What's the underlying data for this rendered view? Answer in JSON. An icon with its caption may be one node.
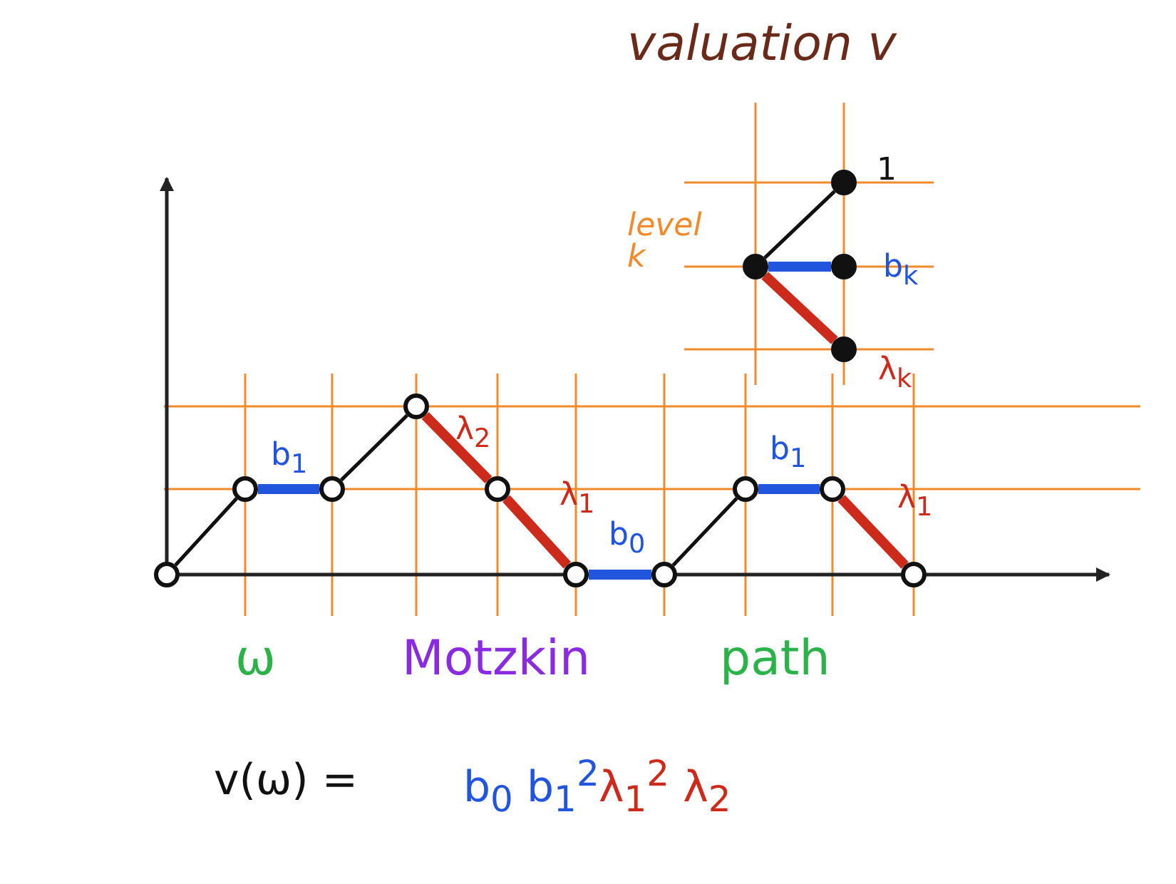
{
  "diagram": {
    "title": "valuation v",
    "nodes": [
      {
        "text": [],
        "shape": "circle"
      },
      {
        "text": [],
        "shape": "circle"
      },
      {
        "text": [],
        "shape": "circle"
      },
      {
        "text": [],
        "shape": "circle"
      },
      {
        "text": [],
        "shape": "circle"
      },
      {
        "text": [],
        "shape": "circle"
      },
      {
        "text": [],
        "shape": "circle"
      },
      {
        "text": [],
        "shape": "circle"
      },
      {
        "text": [],
        "shape": "circle"
      },
      {
        "text": [],
        "shape": "circle"
      },
      {
        "text": [],
        "shape": "circle"
      },
      {
        "text": [],
        "shape": "circle"
      },
      {
        "text": [],
        "shape": "circle"
      },
      {
        "text": [],
        "shape": "circle"
      }
    ],
    "edges": [
      {
        "from": 0,
        "to": 1,
        "arrow": "none"
      },
      {
        "from": 1,
        "to": 2,
        "arrow": "none",
        "label": "b$_{1}$",
        "color": "#2255dd"
      },
      {
        "from": 2,
        "to": 3,
        "arrow": "none"
      },
      {
        "from": 3,
        "to": 4,
        "arrow": "none",
        "label": "λ$_{2}$",
        "color": "#cc2a1a"
      },
      {
        "from": 4,
        "to": 5,
        "arrow": "none",
        "label": "λ$_{1}$",
        "color": "#cc2a1a"
      },
      {
        "from": 5,
        "to": 6,
        "arrow": "none",
        "label": "b$_{0}$",
        "color": "#2255dd"
      },
      {
        "from": 6,
        "to": 7,
        "arrow": "none"
      },
      {
        "from": 7,
        "to": 8,
        "arrow": "none",
        "label": "b$_{1}$",
        "color": "#2255dd"
      },
      {
        "from": 8,
        "to": 9,
        "arrow": "none",
        "label": "λ$_{1}$",
        "color": "#cc2a1a"
      },
      {
        "from": 10,
        "to": 11,
        "arrow": "none",
        "label": "1"
      },
      {
        "from": 10,
        "to": 12,
        "arrow": "none",
        "label": "b$_{k}$",
        "color": "#2255dd"
      },
      {
        "from": 10,
        "to": 13,
        "arrow": "none",
        "label": "λ$_{k}$",
        "color": "#cc2a1a"
      }
    ],
    "labels": [
      "level k",
      "ω",
      "Motzkin",
      "path",
      "v(ω) =",
      "b$_{0}$ b$_{1}$$^{2}$",
      "λ$_{1}$$^{2}$ λ$_{2}$"
    ]
  }
}
